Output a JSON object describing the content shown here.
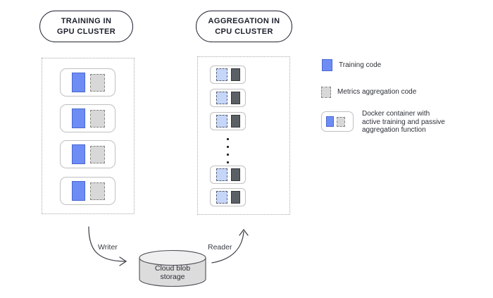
{
  "clusters": {
    "gpu": {
      "title_line1": "TRAINING IN",
      "title_line2": "GPU CLUSTER",
      "container_count": 4
    },
    "cpu": {
      "title_line1": "AGGREGATION IN",
      "title_line2": "CPU CLUSTER",
      "container_count": 5
    }
  },
  "legend": {
    "training": {
      "label": "Training code"
    },
    "metrics": {
      "label": "Metrics aggregation code"
    },
    "docker": {
      "line1": "Docker container with",
      "line2": "active training and passive",
      "line3": "aggregation function"
    }
  },
  "storage": {
    "line1": "Cloud blob",
    "line2": "storage"
  },
  "flows": {
    "writer": {
      "label": "Writer"
    },
    "reader": {
      "label": "Reader"
    }
  },
  "colors": {
    "training_active_fill": "#6E8DF4",
    "training_active_border": "#4A66CE",
    "training_passive_fill": "#C5D6F9",
    "metrics_passive_fill": "#D8D8D8",
    "metrics_active_fill": "#5B6064",
    "outline_dark": "#222634",
    "cylinder_body": "#DCDCDC",
    "cylinder_top": "#EFEFEF"
  }
}
